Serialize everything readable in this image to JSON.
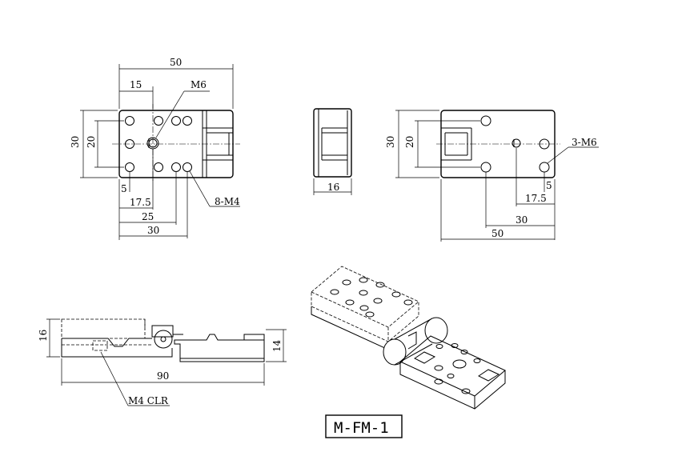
{
  "labels": {
    "top_dim_50": "50",
    "top_dim_15": "15",
    "top_m6": "M6",
    "top_dim_30": "30",
    "top_dim_20": "20",
    "top_dim_5": "5",
    "top_dim_17_5": "17.5",
    "top_dim_25": "25",
    "top_dim_30b": "30",
    "top_8m4": "8-M4",
    "side_dim_16": "16",
    "right_dim_30": "30",
    "right_dim_20": "20",
    "right_3m6": "3-M6",
    "right_dim_5": "5",
    "right_dim_17_5": "17.5",
    "right_dim_30b": "30",
    "right_dim_50": "50",
    "front_dim_16": "16",
    "front_dim_14": "14",
    "front_dim_90": "90",
    "front_m4clr": "M4 CLR",
    "part_number": "M-FM-1"
  }
}
